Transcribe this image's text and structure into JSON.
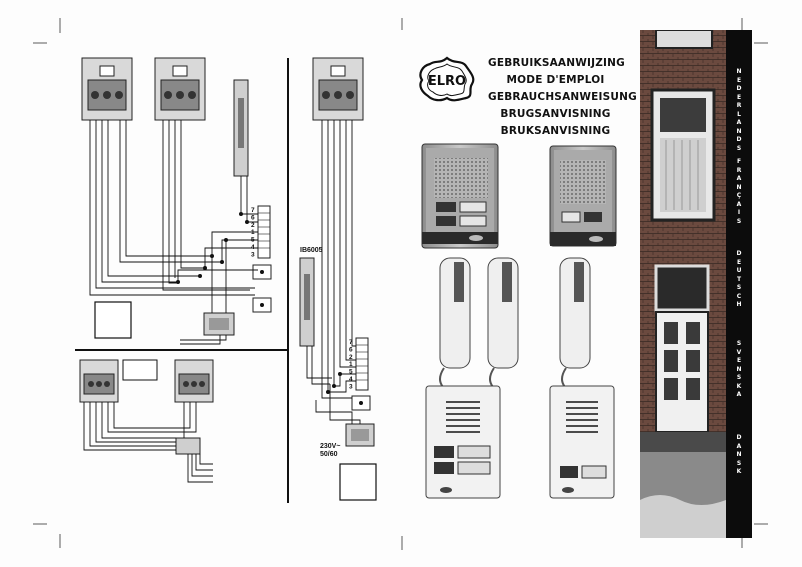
{
  "brand": {
    "logo_text": "ELRO"
  },
  "titles": [
    "GEBRUIKSAANWIJZING",
    "MODE D'EMPLOI",
    "GEBRAUCHSANWEISUNG",
    "BRUGSANVISNING",
    "BRUKSANVISNING"
  ],
  "languages": [
    "NEDERLANDS",
    "FRANÇAIS",
    "DEUTSCH",
    "SVENSKA",
    "DANSK"
  ],
  "diagram": {
    "model_label": "IB6005",
    "power_label_line1": "230V~",
    "power_label_line2": "50/60",
    "terminal_numbers": [
      "7",
      "6",
      "2",
      "1",
      "5",
      "4",
      "3"
    ]
  },
  "colors": {
    "strip": "#0c0c0c",
    "brick": "#6b4a3f",
    "panel_metal": "#a8a8a8",
    "panel_dark": "#2a2a2a"
  }
}
